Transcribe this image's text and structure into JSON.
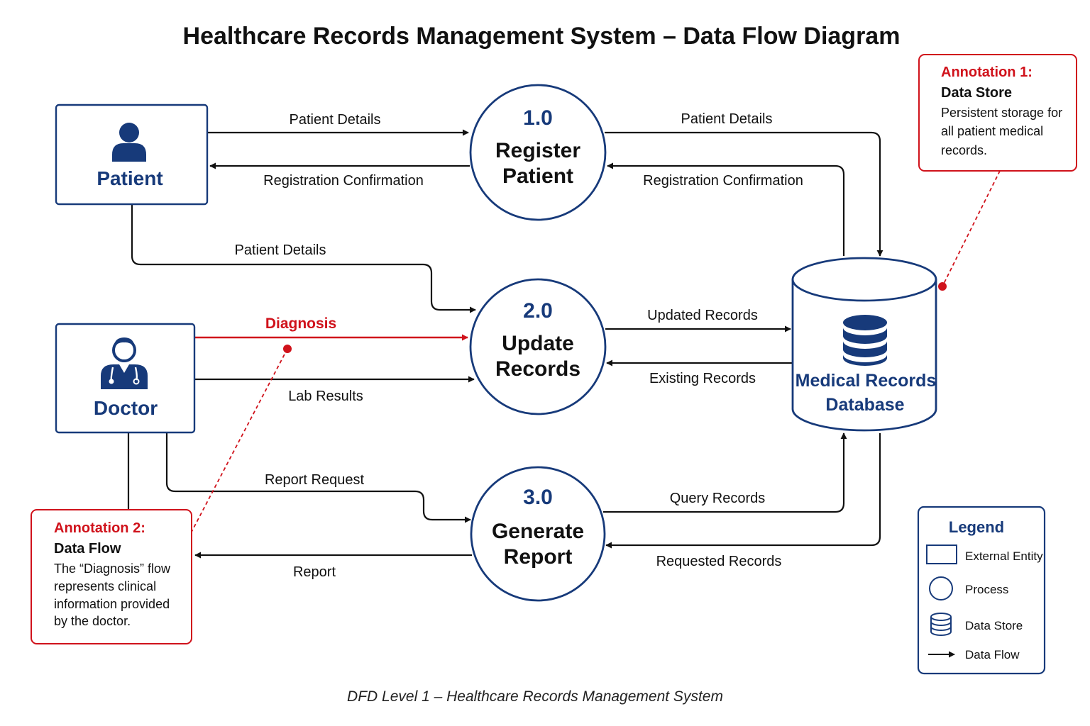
{
  "title": "Healthcare Records Management System – Data Flow Diagram",
  "caption": "DFD Level 1 – Healthcare Records Management System",
  "entities": {
    "patient": {
      "label": "Patient",
      "icon": "patient-icon"
    },
    "doctor": {
      "label": "Doctor",
      "icon": "doctor-icon"
    }
  },
  "processes": {
    "p1": {
      "number": "1.0",
      "line1": "Register",
      "line2": "Patient"
    },
    "p2": {
      "number": "2.0",
      "line1": "Update",
      "line2": "Records"
    },
    "p3": {
      "number": "3.0",
      "line1": "Generate",
      "line2": "Report"
    }
  },
  "datastore": {
    "line1": "Medical Records",
    "line2": "Database",
    "icon": "database-icon"
  },
  "flows": {
    "patient_details_p1": "Patient Details",
    "registration_confirmation_p1": "Registration Confirmation",
    "patient_details_db": "Patient Details",
    "registration_confirmation_db": "Registration Confirmation",
    "patient_details_p2": "Patient Details",
    "diagnosis": "Diagnosis",
    "lab_results": "Lab Results",
    "updated_records": "Updated Records",
    "existing_records": "Existing Records",
    "report_request": "Report Request",
    "report": "Report",
    "query_records": "Query Records",
    "requested_records": "Requested Records"
  },
  "annotations": {
    "a1": {
      "heading": "Annotation 1:",
      "subject": "Data Store",
      "lines": [
        "Persistent storage for",
        "all patient medical",
        "records."
      ]
    },
    "a2": {
      "heading": "Annotation 2:",
      "subject": "Data Flow",
      "lines": [
        "The “Diagnosis” flow",
        "represents clinical",
        "information provided",
        "by the doctor."
      ]
    }
  },
  "legend": {
    "title": "Legend",
    "items": [
      "External Entity",
      "Process",
      "Data Store",
      "Data Flow"
    ]
  },
  "colors": {
    "primary": "#173a7a",
    "accent_red": "#d0121b",
    "line": "#111111"
  }
}
